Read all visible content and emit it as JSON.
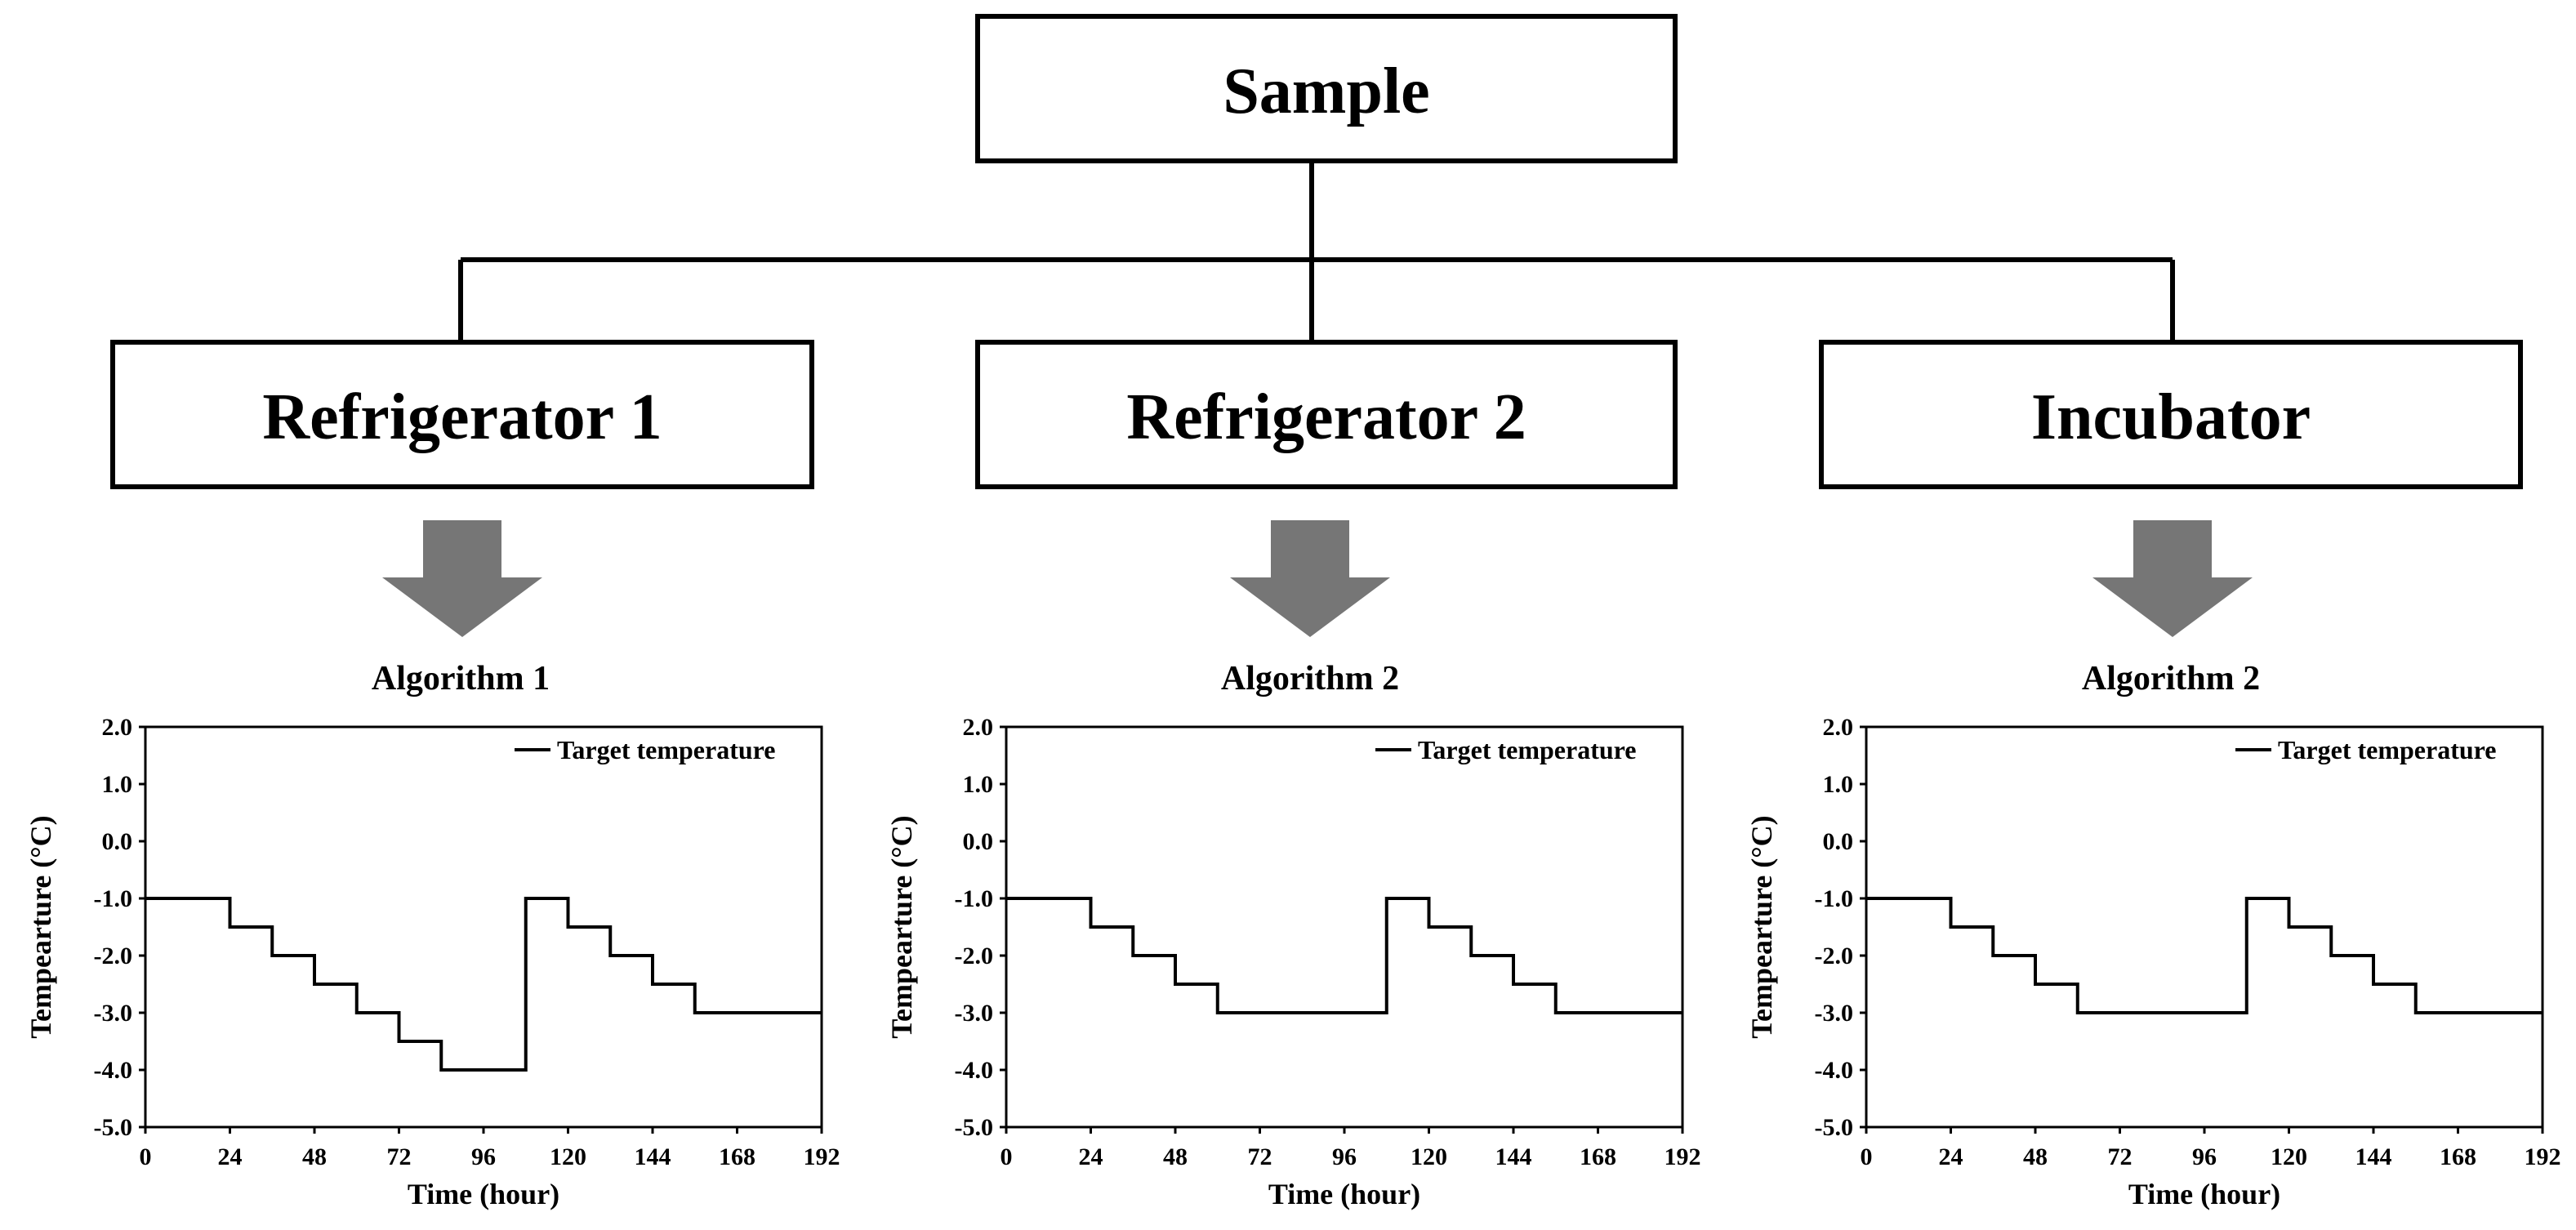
{
  "diagram": {
    "root": {
      "label": "Sample"
    },
    "nodes": [
      {
        "label": "Refrigerator 1",
        "algorithm": "Algorithm 1"
      },
      {
        "label": "Refrigerator 2",
        "algorithm": "Algorithm 2"
      },
      {
        "label": "Incubator",
        "algorithm": "Algorithm 2"
      }
    ],
    "colors": {
      "arrow": "#767676",
      "line": "#000000"
    }
  },
  "chart_data": [
    {
      "type": "line",
      "xlabel": "Time (hour)",
      "ylabel": "Tempearture (°C)",
      "xlim": [
        0,
        192
      ],
      "ylim": [
        -5.0,
        2.0
      ],
      "x_ticks": [
        "0",
        "24",
        "48",
        "72",
        "96",
        "120",
        "144",
        "168",
        "192"
      ],
      "y_ticks": [
        "2.0",
        "1.0",
        "0.0",
        "-1.0",
        "-2.0",
        "-3.0",
        "-4.0",
        "-5.0"
      ],
      "legend": "top-right",
      "grid": false,
      "series": [
        {
          "name": "Target temperature",
          "x": [
            0,
            24,
            24,
            36,
            36,
            48,
            48,
            60,
            60,
            72,
            72,
            84,
            84,
            108,
            108,
            120,
            120,
            132,
            132,
            144,
            144,
            156,
            156,
            192
          ],
          "y": [
            -1.0,
            -1.0,
            -1.5,
            -1.5,
            -2.0,
            -2.0,
            -2.5,
            -2.5,
            -3.0,
            -3.0,
            -3.5,
            -3.5,
            -4.0,
            -4.0,
            -1.0,
            -1.0,
            -1.5,
            -1.5,
            -2.0,
            -2.0,
            -2.5,
            -2.5,
            -3.0,
            -3.0
          ]
        }
      ]
    },
    {
      "type": "line",
      "xlabel": "Time (hour)",
      "ylabel": "Tempearture (°C)",
      "xlim": [
        0,
        192
      ],
      "ylim": [
        -5.0,
        2.0
      ],
      "x_ticks": [
        "0",
        "24",
        "48",
        "72",
        "96",
        "120",
        "144",
        "168",
        "192"
      ],
      "y_ticks": [
        "2.0",
        "1.0",
        "0.0",
        "-1.0",
        "-2.0",
        "-3.0",
        "-4.0",
        "-5.0"
      ],
      "legend": "top-right",
      "grid": false,
      "series": [
        {
          "name": "Target temperature",
          "x": [
            0,
            24,
            24,
            36,
            36,
            48,
            48,
            60,
            60,
            108,
            108,
            120,
            120,
            132,
            132,
            144,
            144,
            156,
            156,
            192
          ],
          "y": [
            -1.0,
            -1.0,
            -1.5,
            -1.5,
            -2.0,
            -2.0,
            -2.5,
            -2.5,
            -3.0,
            -3.0,
            -1.0,
            -1.0,
            -1.5,
            -1.5,
            -2.0,
            -2.0,
            -2.5,
            -2.5,
            -3.0,
            -3.0
          ]
        }
      ]
    },
    {
      "type": "line",
      "xlabel": "Time (hour)",
      "ylabel": "Tempearture (°C)",
      "xlim": [
        0,
        192
      ],
      "ylim": [
        -5.0,
        2.0
      ],
      "x_ticks": [
        "0",
        "24",
        "48",
        "72",
        "96",
        "120",
        "144",
        "168",
        "192"
      ],
      "y_ticks": [
        "2.0",
        "1.0",
        "0.0",
        "-1.0",
        "-2.0",
        "-3.0",
        "-4.0",
        "-5.0"
      ],
      "legend": "top-right",
      "grid": false,
      "series": [
        {
          "name": "Target temperature",
          "x": [
            0,
            24,
            24,
            36,
            36,
            48,
            48,
            60,
            60,
            108,
            108,
            120,
            120,
            132,
            132,
            144,
            144,
            156,
            156,
            192
          ],
          "y": [
            -1.0,
            -1.0,
            -1.5,
            -1.5,
            -2.0,
            -2.0,
            -2.5,
            -2.5,
            -3.0,
            -3.0,
            -1.0,
            -1.0,
            -1.5,
            -1.5,
            -2.0,
            -2.0,
            -2.5,
            -2.5,
            -3.0,
            -3.0
          ]
        }
      ]
    }
  ]
}
